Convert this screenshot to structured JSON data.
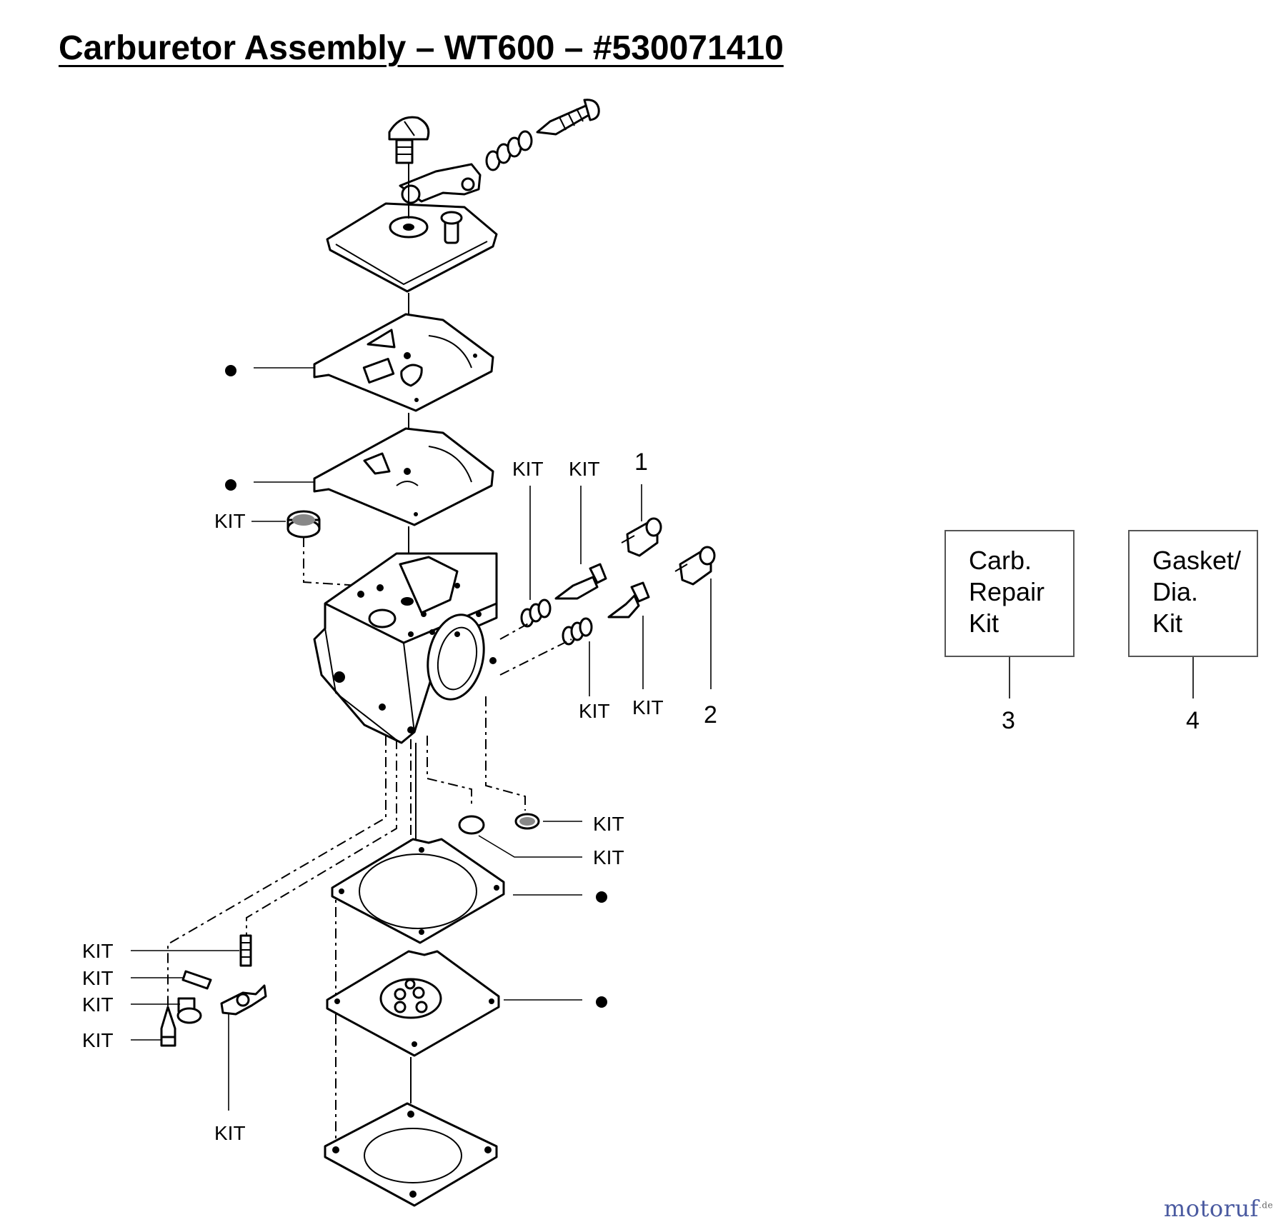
{
  "title": "Carburetor Assembly – WT600 – #530071410",
  "labels": {
    "kit": "KIT",
    "ref_1": "1",
    "ref_2": "2",
    "ref_3": "3",
    "ref_4": "4"
  },
  "kit_boxes": [
    {
      "lines": [
        "Carb.",
        "Repair",
        "Kit"
      ]
    },
    {
      "lines": [
        "Gasket/",
        "Dia.",
        "Kit"
      ]
    }
  ],
  "watermark": {
    "text": "motoruf",
    "suffix": ".de"
  }
}
